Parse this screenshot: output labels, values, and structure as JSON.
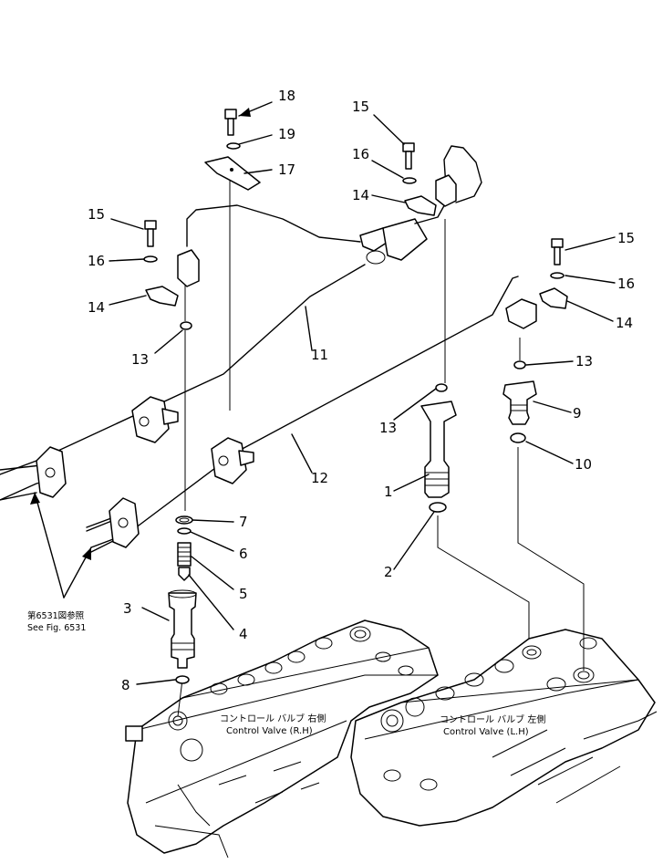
{
  "callouts": {
    "c1": "1",
    "c2": "2",
    "c3": "3",
    "c4": "4",
    "c5": "5",
    "c6": "6",
    "c7": "7",
    "c8": "8",
    "c9": "9",
    "c10": "10",
    "c11": "11",
    "c12": "12",
    "c13a": "13",
    "c13b": "13",
    "c13c": "13",
    "c14a": "14",
    "c14b": "14",
    "c14c": "14",
    "c15a": "15",
    "c15b": "15",
    "c15c": "15",
    "c16a": "16",
    "c16b": "16",
    "c16c": "16",
    "c17": "17",
    "c18": "18",
    "c19": "19"
  },
  "reference": {
    "jp": "第6531図参照",
    "en": "See Fig. 6531"
  },
  "valves": {
    "rh_jp": "コントロール バルブ 右側",
    "rh_en": "Control Valve (R.H)",
    "lh_jp": "コントロール バルブ 左側",
    "lh_en": "Control Valve (L.H)"
  }
}
